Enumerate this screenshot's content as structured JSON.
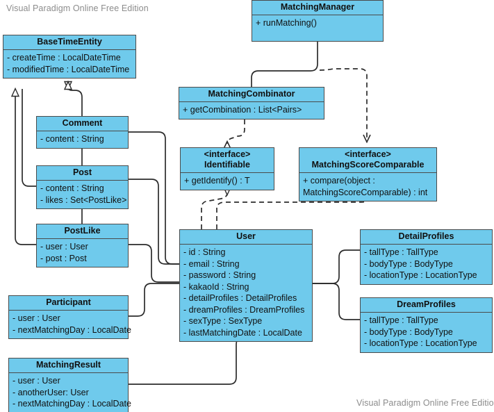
{
  "diagram": {
    "type": "uml-class-diagram",
    "watermark_top": "Visual Paradigm Online Free Edition",
    "watermark_bottom": "Visual Paradigm Online Free Edition",
    "colors": {
      "class_fill": "#6FCAEC",
      "class_border": "#4a4a4a",
      "edge": "#2b2b2b",
      "watermark_text": "#8c8c8c",
      "background": "#ffffff"
    }
  },
  "classes": {
    "base_time_entity": {
      "name": "BaseTimeEntity",
      "attributes": [
        "- createTime : LocalDateTime",
        "- modifiedTime : LocalDateTime"
      ]
    },
    "matching_manager": {
      "name": "MatchingManager",
      "attributes": [
        "+ runMatching()"
      ]
    },
    "matching_combinator": {
      "name": "MatchingCombinator",
      "attributes": [
        "+ getCombination : List<Pairs>"
      ]
    },
    "identifiable": {
      "stereotype": "<interface>",
      "name": "Identifiable",
      "attributes": [
        "+ getIdentify() : T"
      ]
    },
    "matching_score_comparable": {
      "stereotype": "<interface>",
      "name": "MatchingScoreComparable",
      "attributes": [
        "+ compare(object : MatchingScoreComparable) : int"
      ]
    },
    "comment": {
      "name": "Comment",
      "attributes": [
        "- content : String"
      ]
    },
    "post": {
      "name": "Post",
      "attributes": [
        "- content : String",
        "- likes : Set<PostLike>"
      ]
    },
    "post_like": {
      "name": "PostLike",
      "attributes": [
        "- user : User",
        "- post : Post"
      ]
    },
    "participant": {
      "name": "Participant",
      "attributes": [
        "- user : User",
        "- nextMatchingDay : LocalDate"
      ]
    },
    "matching_result": {
      "name": "MatchingResult",
      "attributes": [
        "- user : User",
        "- anotherUser: User",
        "- nextMatchingDay : LocalDate"
      ]
    },
    "user": {
      "name": "User",
      "attributes": [
        "- id : String",
        "- email : String",
        "- password : String",
        "- kakaoId : String",
        "- detailProfiles : DetailProfiles",
        "- dreamProfiles : DreamProfiles",
        "- sexType : SexType",
        "- lastMatchingDate : LocalDate"
      ]
    },
    "detail_profiles": {
      "name": "DetailProfiles",
      "attributes": [
        "- tallType : TallType",
        "- bodyType : BodyType",
        "- locationType : LocationType"
      ]
    },
    "dream_profiles": {
      "name": "DreamProfiles",
      "attributes": [
        "- tallType : TallType",
        "- bodyType : BodyType",
        "- locationType : LocationType"
      ]
    }
  },
  "relationships": [
    {
      "from": "post_like",
      "to": "base_time_entity",
      "kind": "generalization"
    },
    {
      "from": "comment",
      "to": "base_time_entity",
      "kind": "generalization"
    },
    {
      "from": "comment",
      "to": "post",
      "kind": "association"
    },
    {
      "from": "post",
      "to": "post_like",
      "kind": "association"
    },
    {
      "from": "matching_manager",
      "to": "matching_combinator",
      "kind": "association"
    },
    {
      "from": "matching_manager",
      "to": "matching_score_comparable",
      "kind": "dependency"
    },
    {
      "from": "matching_combinator",
      "to": "identifiable",
      "kind": "dependency"
    },
    {
      "from": "user",
      "to": "identifiable",
      "kind": "realization"
    },
    {
      "from": "user",
      "to": "matching_score_comparable",
      "kind": "realization"
    },
    {
      "from": "comment",
      "to": "user",
      "kind": "association"
    },
    {
      "from": "post",
      "to": "user",
      "kind": "association"
    },
    {
      "from": "post_like",
      "to": "user",
      "kind": "association"
    },
    {
      "from": "participant",
      "to": "user",
      "kind": "association"
    },
    {
      "from": "matching_result",
      "to": "user",
      "kind": "association"
    },
    {
      "from": "user",
      "to": "detail_profiles",
      "kind": "association"
    },
    {
      "from": "user",
      "to": "dream_profiles",
      "kind": "association"
    }
  ]
}
